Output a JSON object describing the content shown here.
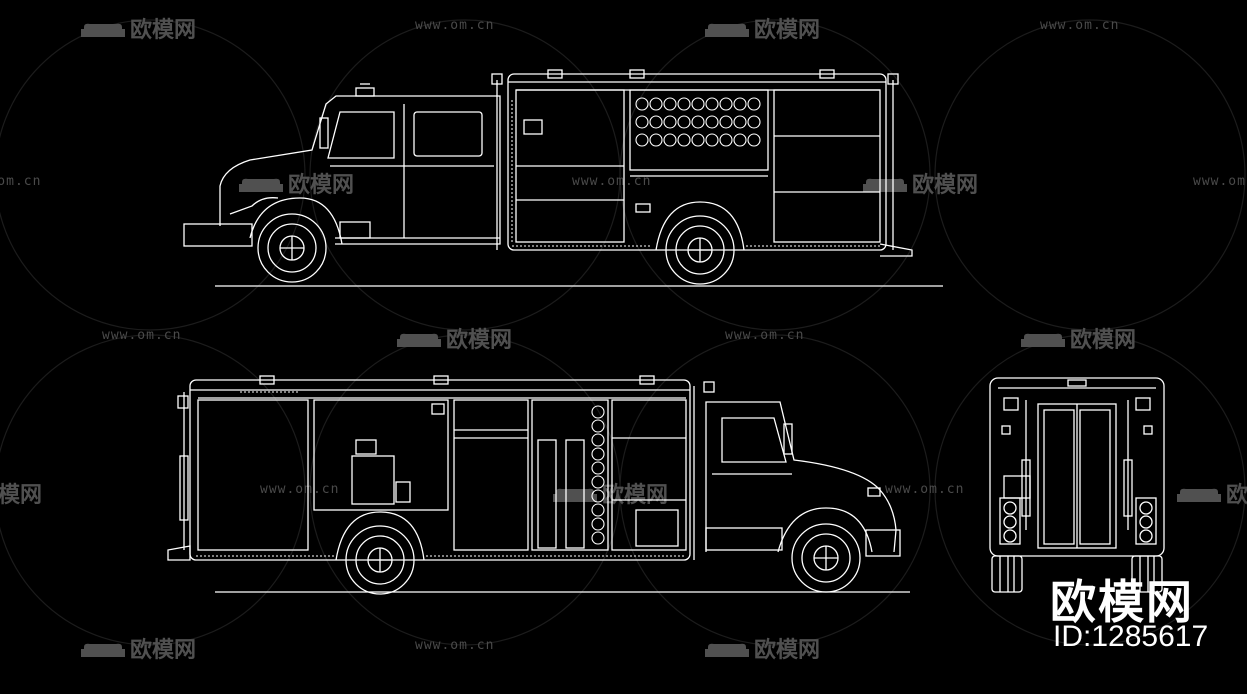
{
  "watermark": {
    "url": "www.om.cn",
    "logo": "欧模网",
    "color": "#505050"
  },
  "brand": {
    "name": "欧模网",
    "id_label": "ID:1285617"
  },
  "colors": {
    "background": "#000000",
    "lines": "#ffffff"
  },
  "drawings": [
    {
      "view": "left-side-elevation"
    },
    {
      "view": "right-side-elevation"
    },
    {
      "view": "rear-elevation"
    }
  ]
}
